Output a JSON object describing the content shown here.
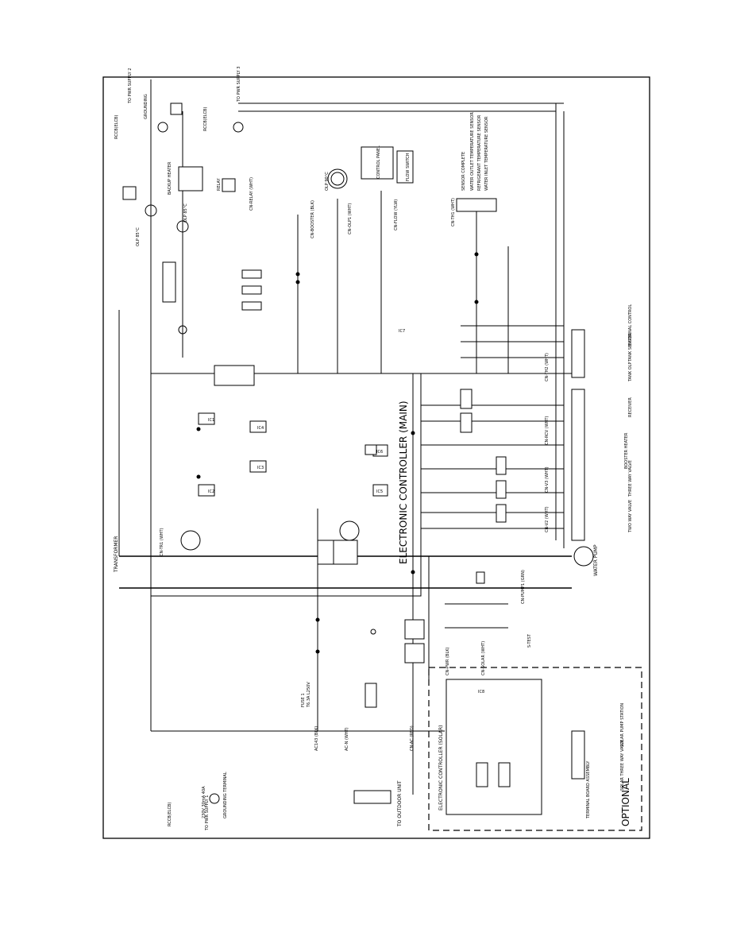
{
  "diagram": {
    "main_title": "ELECTRONIC CONTROLLER (MAIN)",
    "optional_label": "OPTIONAL",
    "solar_controller": "ELECTRONIC CONTROLLER (SOLAR)",
    "transformer": "TRANSFORMER",
    "water_pump": "WATER PUMP",
    "outdoor_unit": "TO OUTDOOR UNIT",
    "grounding": "GROUNDING",
    "grounding_terminal": "GROUNDING TERMINAL",
    "control_panel": "CONTROL PANEL",
    "flow_switch": "FLOW SWITCH",
    "backup_heater": "BACKUP HEATER",
    "booster_heater": "BOOSTER HEATER",
    "relay": "RELAY",
    "fuse": "FUSE 1",
    "fuse_rating": "T6.3A L250V",
    "rccb_1": "RCCB(ELCB)",
    "rccb_2": "RCCB(ELCB)",
    "rccb_3": "RCCB(ELCB)",
    "rccb_rating": "230V 30mA 40A",
    "pwr_supply_1": "TO PWR SUPPLY 1",
    "pwr_supply_2": "TO PWR SUPPLY 2",
    "pwr_supply_3": "TO PWR SUPPLY 3",
    "olp_1": "OLP 85°C",
    "olp_2": "OLP 85°C",
    "olp_3": "OLP 90°C",
    "tank_olp": "TANK OLP",
    "tank_sensor": "TANK SENSOR",
    "external_control": "EXTERNAL CONTROL",
    "receiver": "RECEIVER",
    "three_way_valve": "THREE WAY VALVE",
    "two_way_valve": "TWO WAY VALVE",
    "solar_pump": "SOLAR PUMP STATION",
    "solar_three_way": "SOLAR THREE WAY VALVE",
    "terminal_board": "TERMINAL BOARD ASSEMBLY",
    "sensor_complete": "SENSOR COMPLETE",
    "sensor_outlet": "WATER OUTLET TEMPERATURE SENSOR",
    "sensor_refrig": "REFRIGERANT TEMPERATURE SENSOR",
    "sensor_inlet": "WATER INLET TEMPERATURE SENSOR",
    "s_test": "S-TEST",
    "connectors": [
      "CN-BOOSTER (BLK)",
      "CN-RELAY (WHT)",
      "CN-OLP1 (WHT)",
      "CN-FLOW (YLW)",
      "CN-TH1 (WHT)",
      "CN-TH2 (WHT)",
      "CN-RCV (WHT)",
      "CN-V3 (WHT)",
      "CN-V2 (WHT)",
      "CN-PUMP1 (GRN)",
      "CN-PWR (BLK)",
      "CN-SOLAR (WHT)",
      "CN-TR1 (WHT)",
      "AC-N (WHT)",
      "AC143 (BLK)",
      "CN-AC (RED)"
    ],
    "ics": [
      "IC1",
      "IC2",
      "IC3",
      "IC4",
      "IC5",
      "IC6",
      "IC7",
      "IC8"
    ],
    "wire_colors": [
      "BL",
      "BR",
      "W",
      "G",
      "Y",
      "R",
      "GR"
    ]
  }
}
